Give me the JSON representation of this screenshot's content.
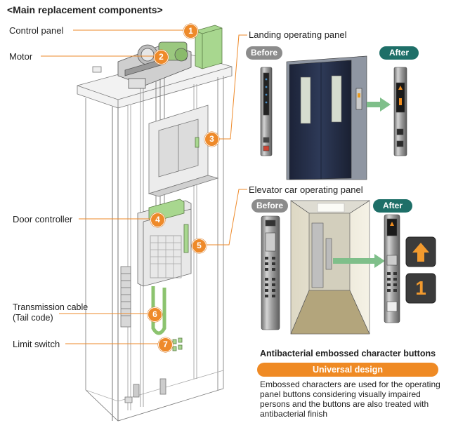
{
  "heading": "<Main replacement components>",
  "labels": {
    "control_panel": "Control panel",
    "motor": "Motor",
    "door_controller": "Door controller",
    "transmission_cable_1": "Transmission cable",
    "transmission_cable_2": "(Tail code)",
    "limit_switch": "Limit switch",
    "landing_panel": "Landing operating panel",
    "car_panel": "Elevator car operating panel"
  },
  "badges": {
    "before": "Before",
    "after": "After"
  },
  "callouts": [
    "1",
    "2",
    "3",
    "4",
    "5",
    "6",
    "7"
  ],
  "feature": {
    "title": "Antibacterial embossed character buttons",
    "bar": "Universal design",
    "description": "Embossed characters are used for the operating panel buttons considering visually impaired persons and the buttons are also treated with antibacterial finish"
  },
  "display": {
    "big_digit": "1"
  },
  "colors": {
    "accent_orange": "#ee8a2a",
    "after_teal": "#1e6f68",
    "before_gray": "#8c8c8c",
    "arrow_green": "#7fbf8a",
    "part_green": "#a8d78f"
  }
}
